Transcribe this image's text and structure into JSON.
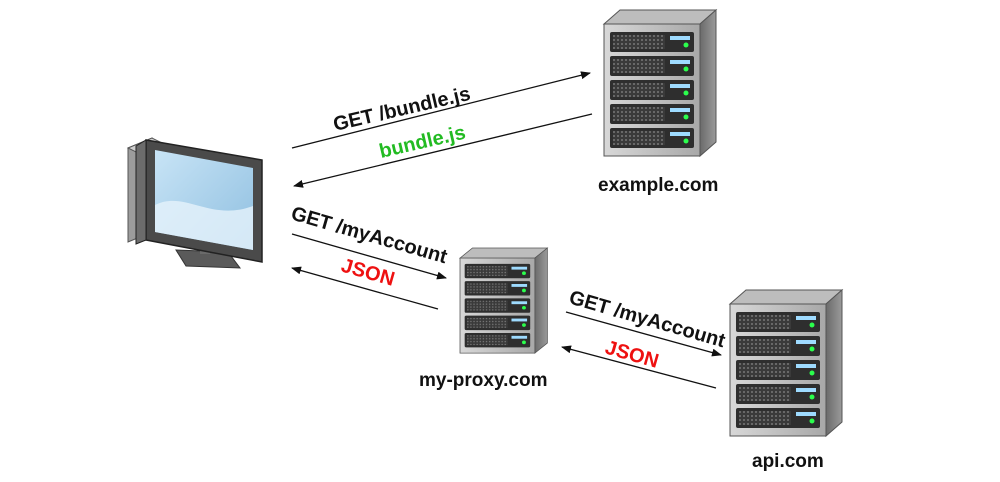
{
  "servers": {
    "example": {
      "label": "example.com"
    },
    "proxy": {
      "label": "my-proxy.com"
    },
    "api": {
      "label": "api.com"
    }
  },
  "flows": {
    "bundle_request": "GET /bundle.js",
    "bundle_response": "bundle.js",
    "account_request_to_proxy": "GET /myAccount",
    "json_response_from_proxy": "JSON",
    "account_request_to_api": "GET /myAccount",
    "json_response_from_api": "JSON"
  },
  "colors": {
    "request": "#111111",
    "success_response": "#22bb22",
    "data_response": "#ee1111",
    "server_body": "#8a8a8a"
  },
  "icons": {
    "client": "desktop-computer-icon",
    "server": "server-rack-icon"
  }
}
